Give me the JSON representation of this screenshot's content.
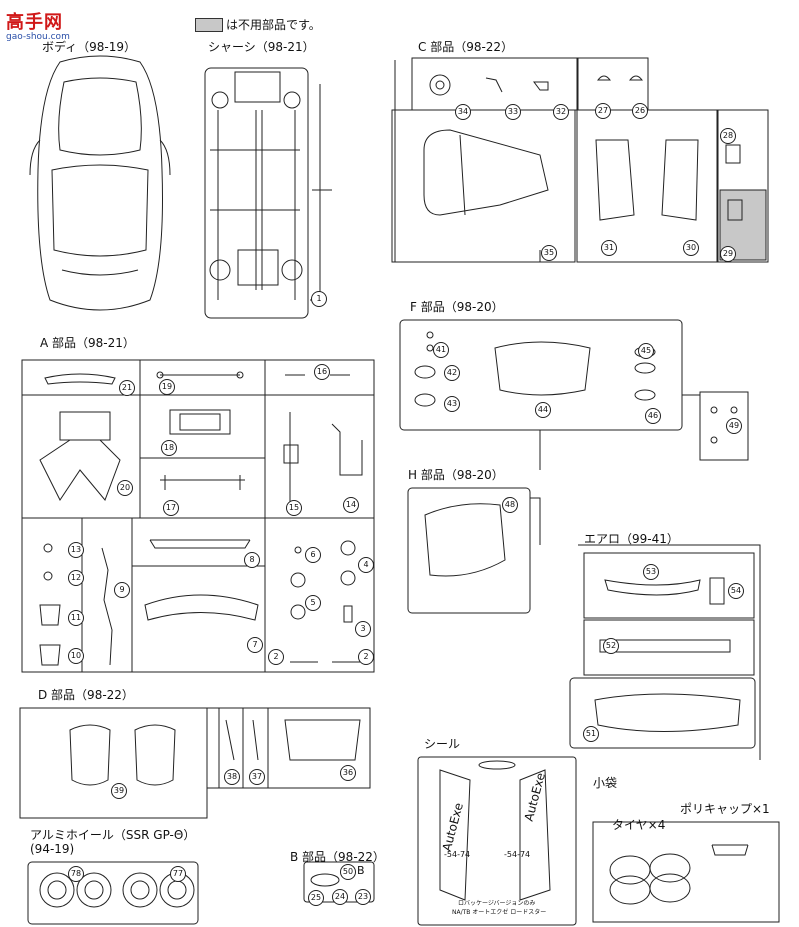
{
  "watermark": {
    "main": "高手网",
    "sub": "gao-shou.com"
  },
  "legend": {
    "text": "は不用部品です。"
  },
  "sections": {
    "body": "ボディ（98-19）",
    "chassis": "シャーシ（98-21）",
    "c_parts": "C 部品（98-22）",
    "a_parts": "A 部品（98-21）",
    "f_parts": "F 部品（98-20）",
    "h_parts": "H 部品（98-20）",
    "aero": "エアロ（99-41）",
    "d_parts": "D 部品（98-22）",
    "sticker": "シール",
    "wheel": "アルミホイール（SSR GP-Θ）",
    "wheel_sub": "(94-19)",
    "b_parts": "B 部品（98-22）",
    "bag": "小袋",
    "tire": "タイヤ×4",
    "polycap": "ポリキャップ×1"
  },
  "sticker_text": {
    "brand": "AutoExe",
    "code1": "-54-74",
    "code2": "-54-74",
    "caption1": "ロバッケージバージョンのみ",
    "caption2": "NA/TB オートエクゼ ロードスター"
  },
  "numbers": {
    "chassis": [
      "1"
    ],
    "c": [
      "34",
      "33",
      "32",
      "27",
      "26",
      "28",
      "35",
      "31",
      "30",
      "29"
    ],
    "a": [
      "21",
      "19",
      "16",
      "18",
      "20",
      "17",
      "15",
      "14",
      "13",
      "12",
      "11",
      "10",
      "9",
      "8",
      "6",
      "4",
      "5",
      "7",
      "2",
      "3",
      "2"
    ],
    "f": [
      "41",
      "42",
      "43",
      "44",
      "45",
      "46",
      "49"
    ],
    "h": [
      "48"
    ],
    "aero": [
      "53",
      "54",
      "52",
      "51"
    ],
    "d": [
      "39",
      "38",
      "37",
      "36"
    ],
    "wheel": [
      "78",
      "77"
    ],
    "b": [
      "50",
      "B",
      "25",
      "24",
      "23"
    ]
  }
}
